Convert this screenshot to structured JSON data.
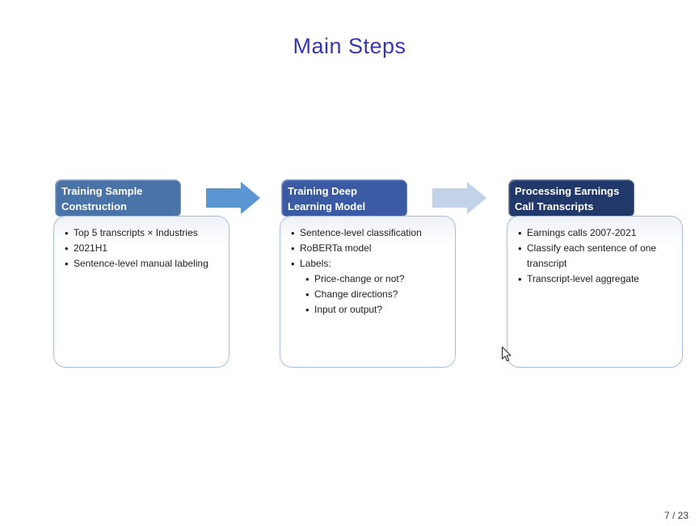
{
  "slide": {
    "title": "Main Steps",
    "page_number": "7 / 23",
    "background": "#ffffff"
  },
  "steps": [
    {
      "header": "Training Sample\nConstruction",
      "header_color": "#4a73a8",
      "items": [
        "Top 5 transcripts × Industries",
        "2021H1",
        "Sentence-level manual labeling"
      ]
    },
    {
      "header": "Training Deep\nLearning Model",
      "header_color": "#3a5aa4",
      "items": [
        "Sentence-level classification",
        "RoBERTa model",
        "Labels:"
      ],
      "subitems": [
        "Price-change or not?",
        "Change directions?",
        "Input or output?"
      ]
    },
    {
      "header": "Processing Earnings\nCall Transcripts",
      "header_color": "#21386b",
      "items": [
        "Earnings calls 2007-2021",
        "Classify each sentence of one transcript",
        "Transcript-level aggregate"
      ]
    }
  ],
  "arrows": [
    {
      "name": "arrow-1",
      "color": "#5b96d2"
    },
    {
      "name": "arrow-2",
      "color": "#c2d2e9"
    }
  ],
  "colors": {
    "title": "#3737b2",
    "body_border": "#a9bddc",
    "body_text": "#1f1f1f",
    "header_text": "#ffffff",
    "page_number": "#3c3c3c"
  }
}
